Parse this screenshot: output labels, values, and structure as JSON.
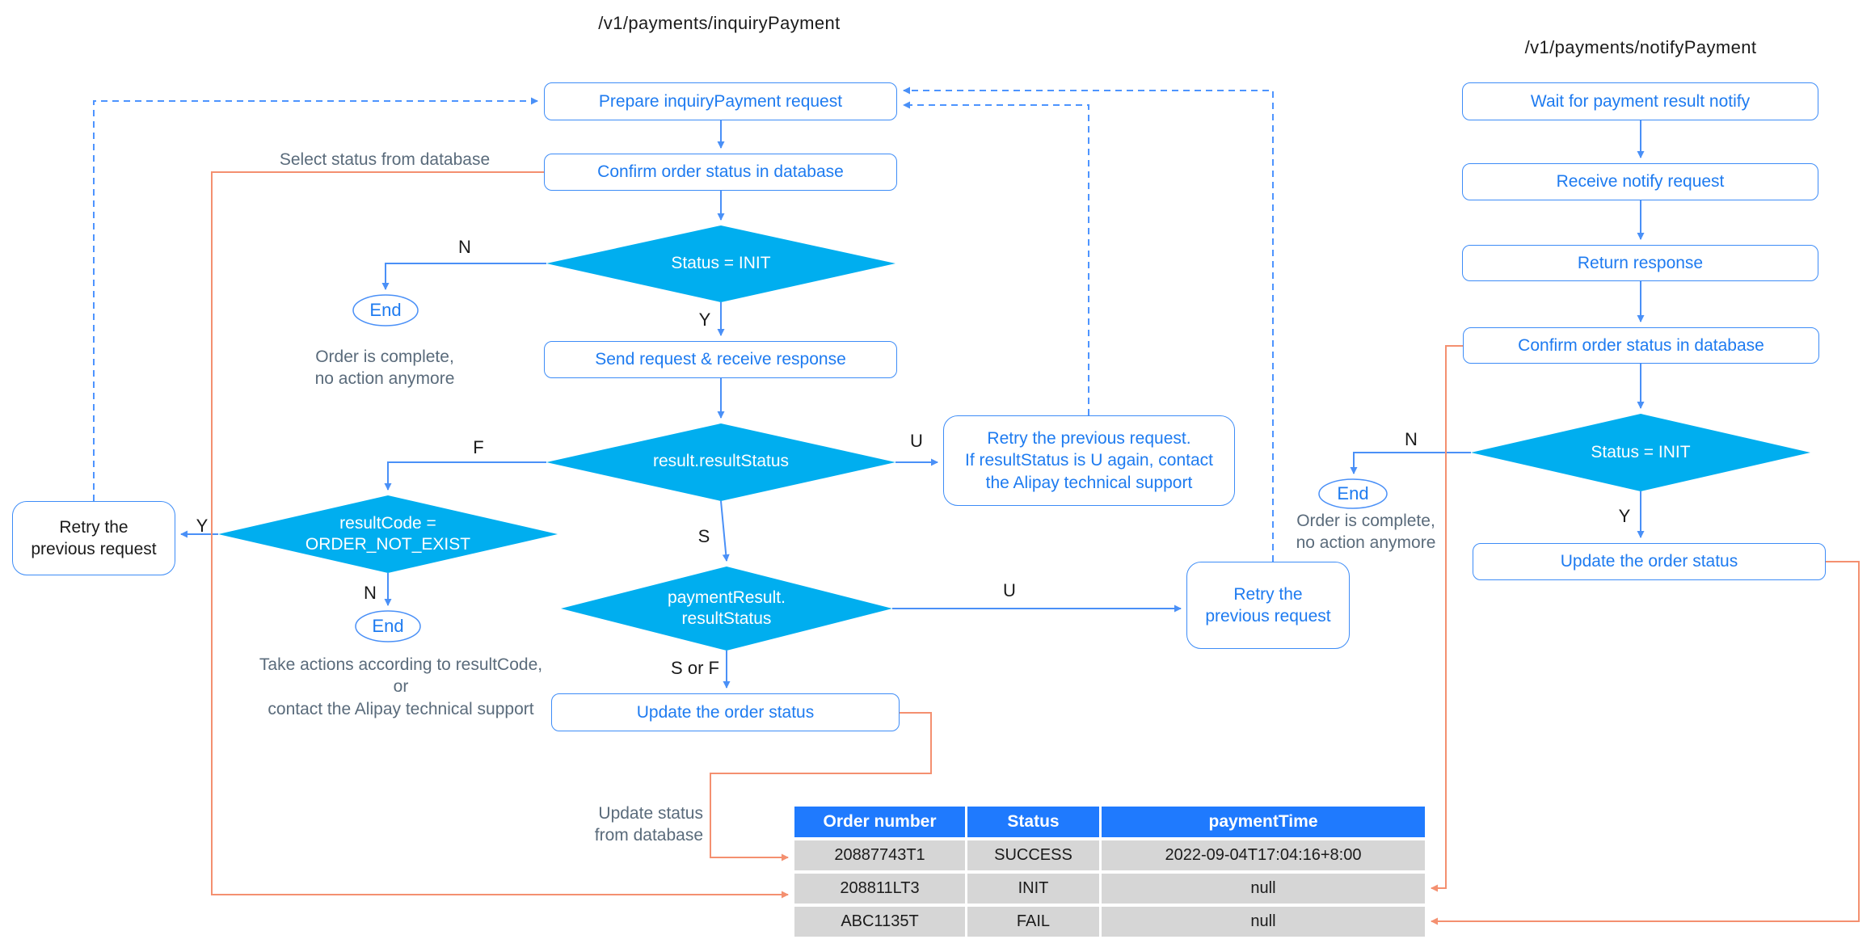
{
  "inquiry": {
    "title": "/v1/payments/inquiryPayment",
    "prepare": "Prepare inquiryPayment request",
    "confirm": "Confirm order status in database",
    "status_init": "Status = INIT",
    "send": "Send request & receive response",
    "result_status": "result.resultStatus",
    "retry_u": "Retry the previous request.\nIf resultStatus is U again, contact\nthe Alipay technical support",
    "result_code": "resultCode =\nORDER_NOT_EXIST",
    "retry_prev_left": "Retry the\nprevious request",
    "payment_result": "paymentResult.\nresultStatus",
    "retry_prev_right": "Retry the\nprevious request",
    "update": "Update the order status"
  },
  "notify": {
    "title": "/v1/payments/notifyPayment",
    "wait": "Wait for payment result notify",
    "receive": "Receive notify request",
    "return_response": "Return response",
    "confirm": "Confirm order status in database",
    "status_init": "Status = INIT",
    "update": "Update the order status"
  },
  "labels": {
    "end": "End"
  },
  "edge_labels": {
    "n_status_left": "N",
    "y_status_left": "Y",
    "f_result": "F",
    "u_result": "U",
    "s_result": "S",
    "y_code": "Y",
    "n_code": "N",
    "u_payment": "U",
    "s_or_f": "S or F",
    "n_status_right": "N",
    "y_status_right": "Y"
  },
  "annotations": {
    "select_status": "Select status from database",
    "order_complete_left": "Order is complete,\nno action anymore",
    "take_actions": "Take actions according to resultCode, or\ncontact the Alipay technical support",
    "update_status": "Update status\nfrom database",
    "order_complete_right": "Order is complete,\nno action anymore"
  },
  "table": {
    "headers": [
      "Order number",
      "Status",
      "paymentTime"
    ],
    "rows": [
      [
        "20887743T1",
        "SUCCESS",
        "2022-09-04T17:04:16+8:00"
      ],
      [
        "208811LT3",
        "INIT",
        "null"
      ],
      [
        "ABC1135T",
        "FAIL",
        "null"
      ]
    ]
  },
  "colors": {
    "diamond_fill": "#00AEEF",
    "box_border": "#3D8CF7",
    "box_text": "#1E7BF0",
    "connector_blue": "#4A90F7",
    "connector_dashed": "#4D94FF",
    "connector_orange": "#F49070",
    "table_header_bg": "#1F7AFE",
    "table_row_bg": "#D6D6D6",
    "annotation_text": "#5A6B7B"
  }
}
